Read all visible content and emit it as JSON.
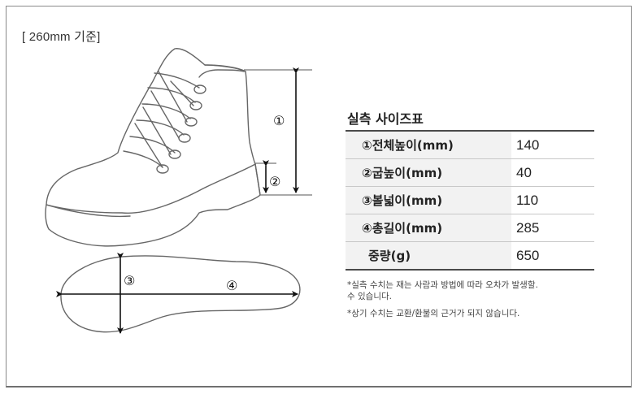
{
  "reference": "[ 260mm 기준]",
  "diagram": {
    "markers": [
      "①",
      "②",
      "③",
      "④"
    ]
  },
  "size_table": {
    "title": "실측 사이즈표",
    "rows": [
      {
        "label": "①전체높이(mm)",
        "value": "140"
      },
      {
        "label": "②굽높이(mm)",
        "value": "40"
      },
      {
        "label": "③볼넓이(mm)",
        "value": "110"
      },
      {
        "label": "④총길이(mm)",
        "value": "285"
      },
      {
        "label": "중량(g)",
        "value": "650"
      }
    ]
  },
  "notes": [
    "*실측 수치는 재는 사람과 방법에 따라 오차가 발생할.",
    " 수 있습니다.",
    "*상기 수치는 교환/환불의 근거가 되지 않습니다."
  ]
}
